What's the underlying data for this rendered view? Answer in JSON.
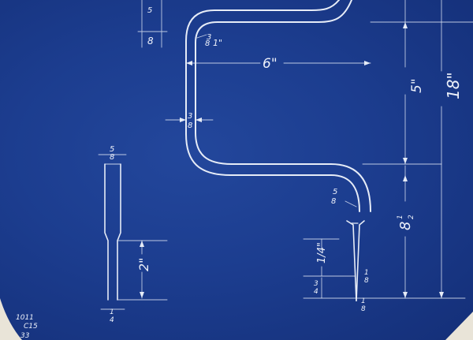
{
  "labels": {
    "top_frac_num": "5",
    "top_frac_den": "8",
    "bend_radius": "1\"",
    "bend_radius_frac_num": "3",
    "bend_radius_frac_den": "8",
    "width": "6\"",
    "shank": "3",
    "shank_den": "8",
    "upper_height": "5\"",
    "overall_height": "18\"",
    "lower_height": "8",
    "lower_height_frac": "1",
    "lower_height_frac_den": "2",
    "bit_frac_num": "5",
    "bit_frac_den": "8",
    "taper_len": "1/4\"",
    "bit_tip_num": "1",
    "bit_tip_den": "8",
    "left_top_num": "5",
    "left_top_den": "8",
    "left_len": "2\"",
    "left_bot_num": "1",
    "left_bot_den": "4",
    "bottom_left_num": "3",
    "bottom_left_den": "4",
    "bottom_tip_num": "1",
    "bottom_tip_den": "8",
    "stamp_1": "1011",
    "stamp_2": "C15",
    "stamp_3": "33"
  }
}
